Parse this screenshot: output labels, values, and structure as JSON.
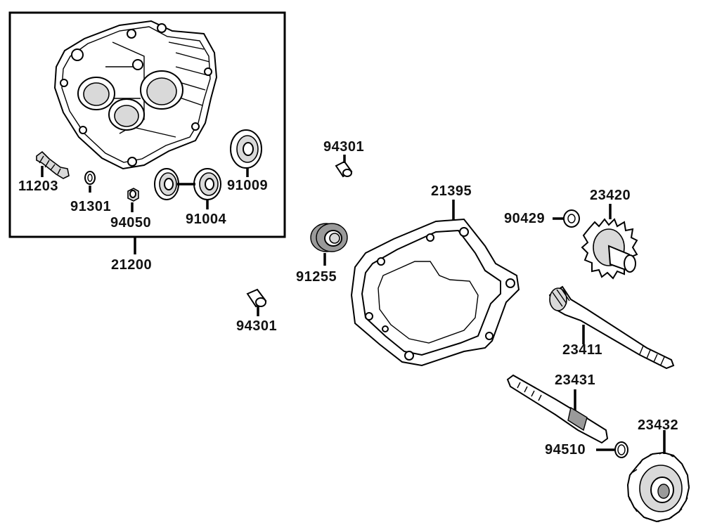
{
  "diagram": {
    "labels": {
      "p11203": "11203",
      "p91301": "91301",
      "p94050": "94050",
      "p91004": "91004",
      "p91009": "91009",
      "p21200": "21200",
      "p94301_top": "94301",
      "p94301_bottom": "94301",
      "p91255": "91255",
      "p21395": "21395",
      "p90429": "90429",
      "p23420": "23420",
      "p23411": "23411",
      "p23431": "23431",
      "p94510": "94510",
      "p23432": "23432"
    }
  }
}
